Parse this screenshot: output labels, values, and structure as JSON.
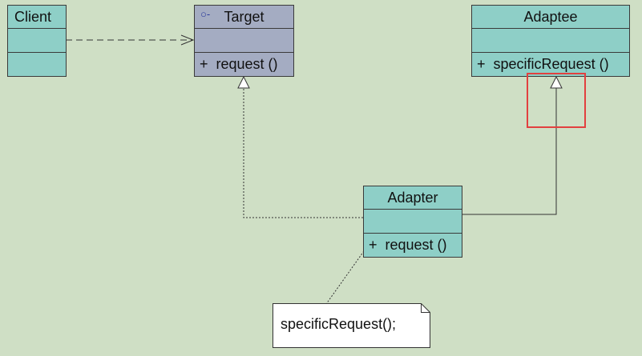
{
  "classes": {
    "client": {
      "name": "Client"
    },
    "target": {
      "name": "Target",
      "icon": "interface-icon",
      "operations": [
        {
          "visibility": "+",
          "signature": "request ()"
        }
      ]
    },
    "adaptee": {
      "name": "Adaptee",
      "operations": [
        {
          "visibility": "+",
          "signature": "specificRequest ()"
        }
      ]
    },
    "adapter": {
      "name": "Adapter",
      "operations": [
        {
          "visibility": "+",
          "signature": "request ()"
        }
      ]
    }
  },
  "note": {
    "text": "specificRequest();"
  },
  "colors": {
    "background": "#cfdfc5",
    "class_fill": "#8ecfc7",
    "interface_fill": "#a4acc2",
    "highlight": "#e2403f"
  },
  "relations": [
    {
      "type": "dependency",
      "from": "Client",
      "to": "Target"
    },
    {
      "type": "realization",
      "from": "Adapter",
      "to": "Target"
    },
    {
      "type": "generalization",
      "from": "Adapter",
      "to": "Adaptee"
    },
    {
      "type": "note-anchor",
      "from": "note",
      "to": "Adapter"
    }
  ]
}
